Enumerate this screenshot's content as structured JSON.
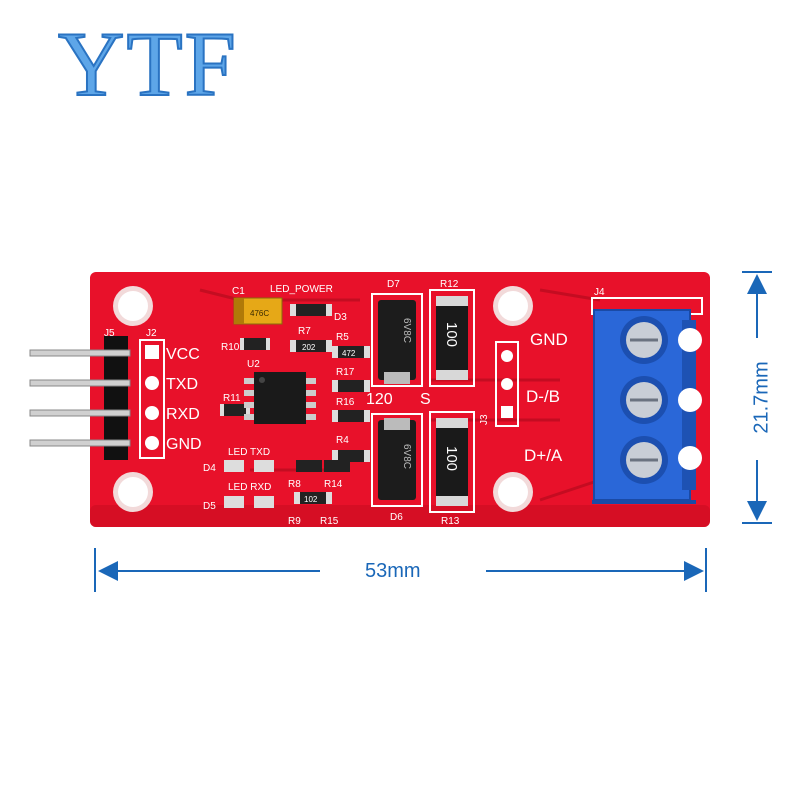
{
  "watermark": "YTF",
  "dimensions": {
    "width": "53mm",
    "height": "21.7mm"
  },
  "board": {
    "pin_labels": [
      "VCC",
      "TXD",
      "RXD",
      "GND"
    ],
    "terminal_labels": [
      "GND",
      "D-/B",
      "D+/A"
    ],
    "silkscreen": {
      "j5": "J5",
      "j2": "J2",
      "j3": "J3",
      "j4": "J4",
      "c1": "C1",
      "led_power": "LED_POWER",
      "d3": "D3",
      "r7": "R7",
      "r5": "R5",
      "r10": "R10",
      "r11": "R11",
      "r17": "R17",
      "r16": "R16",
      "r4": "R4",
      "u2": "U2",
      "d7": "D7",
      "r12": "R12",
      "d6": "D6",
      "r13": "R13",
      "label_120": "120",
      "label_s": "S",
      "d4": "D4",
      "led_txd": "LED TXD",
      "d5": "D5",
      "led_rxd": "LED RXD",
      "r8": "R8",
      "r14": "R14",
      "r9": "R9",
      "r15": "R15",
      "diode_code_top": "6V8C",
      "diode_code_bottom": "6V8C",
      "resistor_value_top": "100",
      "resistor_value_bottom": "100",
      "smd_a": "202",
      "smd_b": "472",
      "smd_c": "102",
      "tant_code": "476C"
    }
  },
  "colors": {
    "pcb": "#e8112a",
    "pcb_dark": "#b50b1e",
    "terminal": "#2a67d8",
    "dimension": "#1a67b8"
  }
}
